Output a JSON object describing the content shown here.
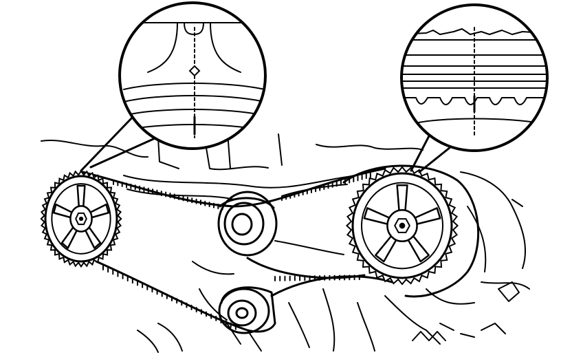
{
  "diagram": {
    "kind": "line-drawing",
    "subject": "timing-belt-alignment",
    "text_labels": []
  },
  "colors": {
    "ink": "#000000",
    "paper": "#ffffff"
  },
  "parts": {
    "left_camshaft_pulley": {
      "spokes": 5,
      "teeth": 44
    },
    "right_camshaft_pulley": {
      "spokes": 5,
      "teeth": 40
    },
    "idler_pulley": {},
    "tensioner_pulley": {},
    "timing_belt": {},
    "detail_left": {
      "mark": "timing-mark-diamond"
    },
    "detail_right": {
      "mark": "timing-mark-line"
    }
  },
  "icons": [
    "pulley-icon",
    "magnifier-callout-icon"
  ]
}
